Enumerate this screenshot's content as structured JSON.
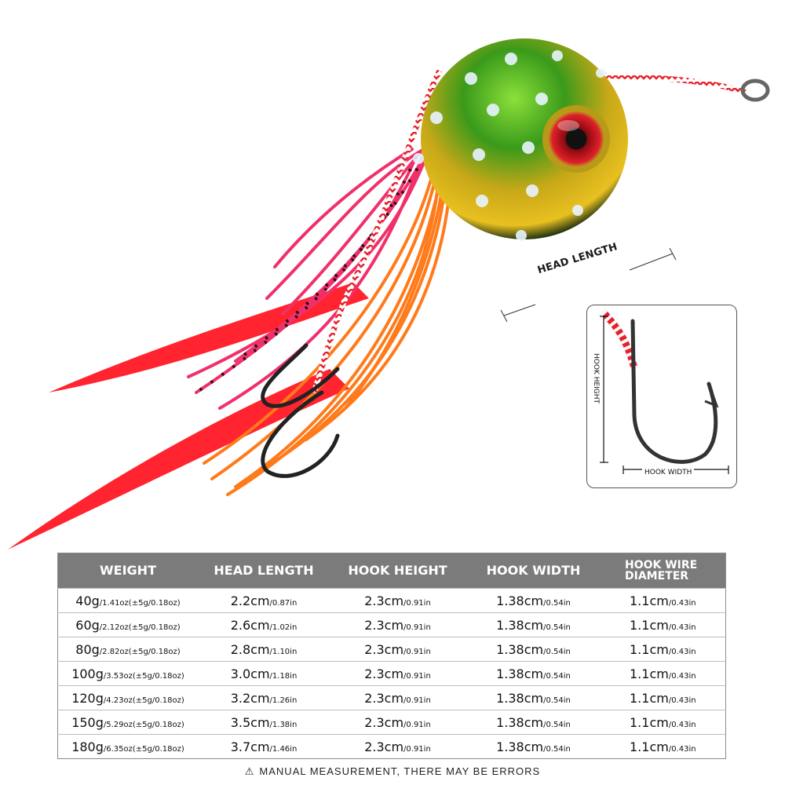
{
  "diagram_labels": {
    "head_length": "HEAD LENGTH",
    "hook_height": "HOOK HEIGHT",
    "hook_width": "HOOK WIDTH"
  },
  "colors": {
    "table_header_bg": "#7b7b7b",
    "table_header_text": "#ffffff",
    "lure_head_green": "#3a9a1a",
    "lure_head_yellow": "#d8b418",
    "lure_eye_red": "#c8141e",
    "skirt_pink": "#f0306a",
    "skirt_orange": "#ff7a1a",
    "tail_red": "#ff2430"
  },
  "table": {
    "headers": [
      "WEIGHT",
      "HEAD LENGTH",
      "HOOK HEIGHT",
      "HOOK WIDTH",
      "HOOK WIRE DIAMETER"
    ],
    "header_wire_line1": "HOOK WIRE",
    "header_wire_line2": "DIAMETER",
    "rows": [
      {
        "weight": "40g",
        "weight_sub": "/1.41oz(±5g/0.18oz)",
        "head": "2.2cm",
        "head_sub": "/0.87in",
        "hook_h": "2.3cm",
        "hook_h_sub": "/0.91in",
        "hook_w": "1.38cm",
        "hook_w_sub": "/0.54in",
        "wire": "1.1cm",
        "wire_sub": "/0.43in"
      },
      {
        "weight": "60g",
        "weight_sub": "/2.12oz(±5g/0.18oz)",
        "head": "2.6cm",
        "head_sub": "/1.02in",
        "hook_h": "2.3cm",
        "hook_h_sub": "/0.91in",
        "hook_w": "1.38cm",
        "hook_w_sub": "/0.54in",
        "wire": "1.1cm",
        "wire_sub": "/0.43in"
      },
      {
        "weight": "80g",
        "weight_sub": "/2.82oz(±5g/0.18oz)",
        "head": "2.8cm",
        "head_sub": "/1.10in",
        "hook_h": "2.3cm",
        "hook_h_sub": "/0.91in",
        "hook_w": "1.38cm",
        "hook_w_sub": "/0.54in",
        "wire": "1.1cm",
        "wire_sub": "/0.43in"
      },
      {
        "weight": "100g",
        "weight_sub": "/3.53oz(±5g/0.18oz)",
        "head": "3.0cm",
        "head_sub": "/1.18in",
        "hook_h": "2.3cm",
        "hook_h_sub": "/0.91in",
        "hook_w": "1.38cm",
        "hook_w_sub": "/0.54in",
        "wire": "1.1cm",
        "wire_sub": "/0.43in"
      },
      {
        "weight": "120g",
        "weight_sub": "/4.23oz(±5g/0.18oz)",
        "head": "3.2cm",
        "head_sub": "/1.26in",
        "hook_h": "2.3cm",
        "hook_h_sub": "/0.91in",
        "hook_w": "1.38cm",
        "hook_w_sub": "/0.54in",
        "wire": "1.1cm",
        "wire_sub": "/0.43in"
      },
      {
        "weight": "150g",
        "weight_sub": "/5.29oz(±5g/0.18oz)",
        "head": "3.5cm",
        "head_sub": "/1.38in",
        "hook_h": "2.3cm",
        "hook_h_sub": "/0.91in",
        "hook_w": "1.38cm",
        "hook_w_sub": "/0.54in",
        "wire": "1.1cm",
        "wire_sub": "/0.43in"
      },
      {
        "weight": "180g",
        "weight_sub": "/6.35oz(±5g/0.18oz)",
        "head": "3.7cm",
        "head_sub": "/1.46in",
        "hook_h": "2.3cm",
        "hook_h_sub": "/0.91in",
        "hook_w": "1.38cm",
        "hook_w_sub": "/0.54in",
        "wire": "1.1cm",
        "wire_sub": "/0.43in"
      }
    ]
  },
  "footer": {
    "warning_icon": "warning-triangle-icon",
    "warning_glyph": "⚠",
    "note": "MANUAL MEASUREMENT, THERE MAY BE ERRORS"
  }
}
